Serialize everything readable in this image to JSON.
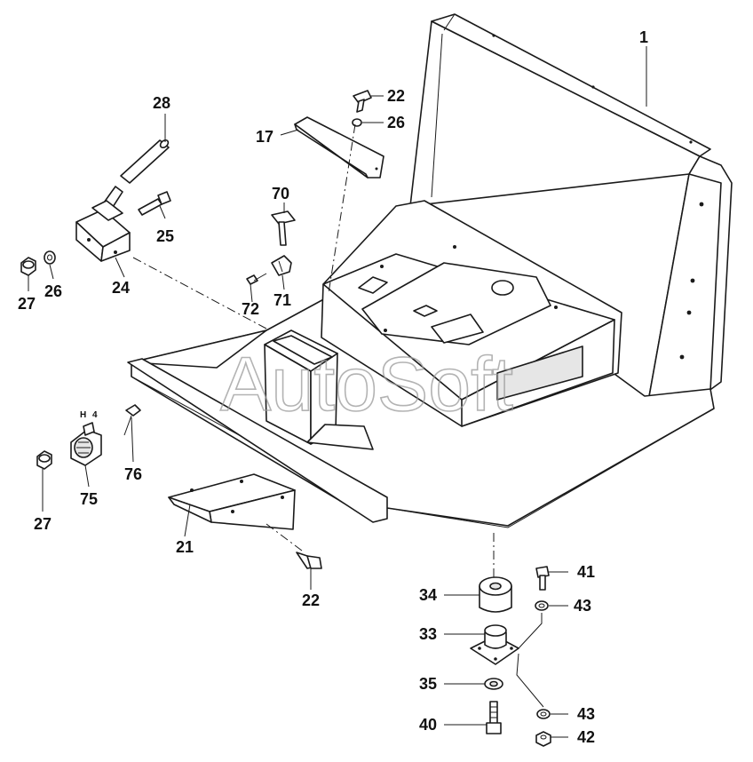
{
  "watermark": "AutoSoft",
  "component_mark": "H 4",
  "callouts": {
    "c1": "1",
    "c28": "28",
    "c22_top": "22",
    "c26_top": "26",
    "c17": "17",
    "c70": "70",
    "c25": "25",
    "c24": "24",
    "c27_top": "27",
    "c26_left": "26",
    "c71": "71",
    "c72": "72",
    "c76": "76",
    "c75": "75",
    "c27_bottom": "27",
    "c21": "21",
    "c22_bottom": "22",
    "c41": "41",
    "c34": "34",
    "c43_top": "43",
    "c33": "33",
    "c35": "35",
    "c43_bottom": "43",
    "c40": "40",
    "c42": "42"
  }
}
